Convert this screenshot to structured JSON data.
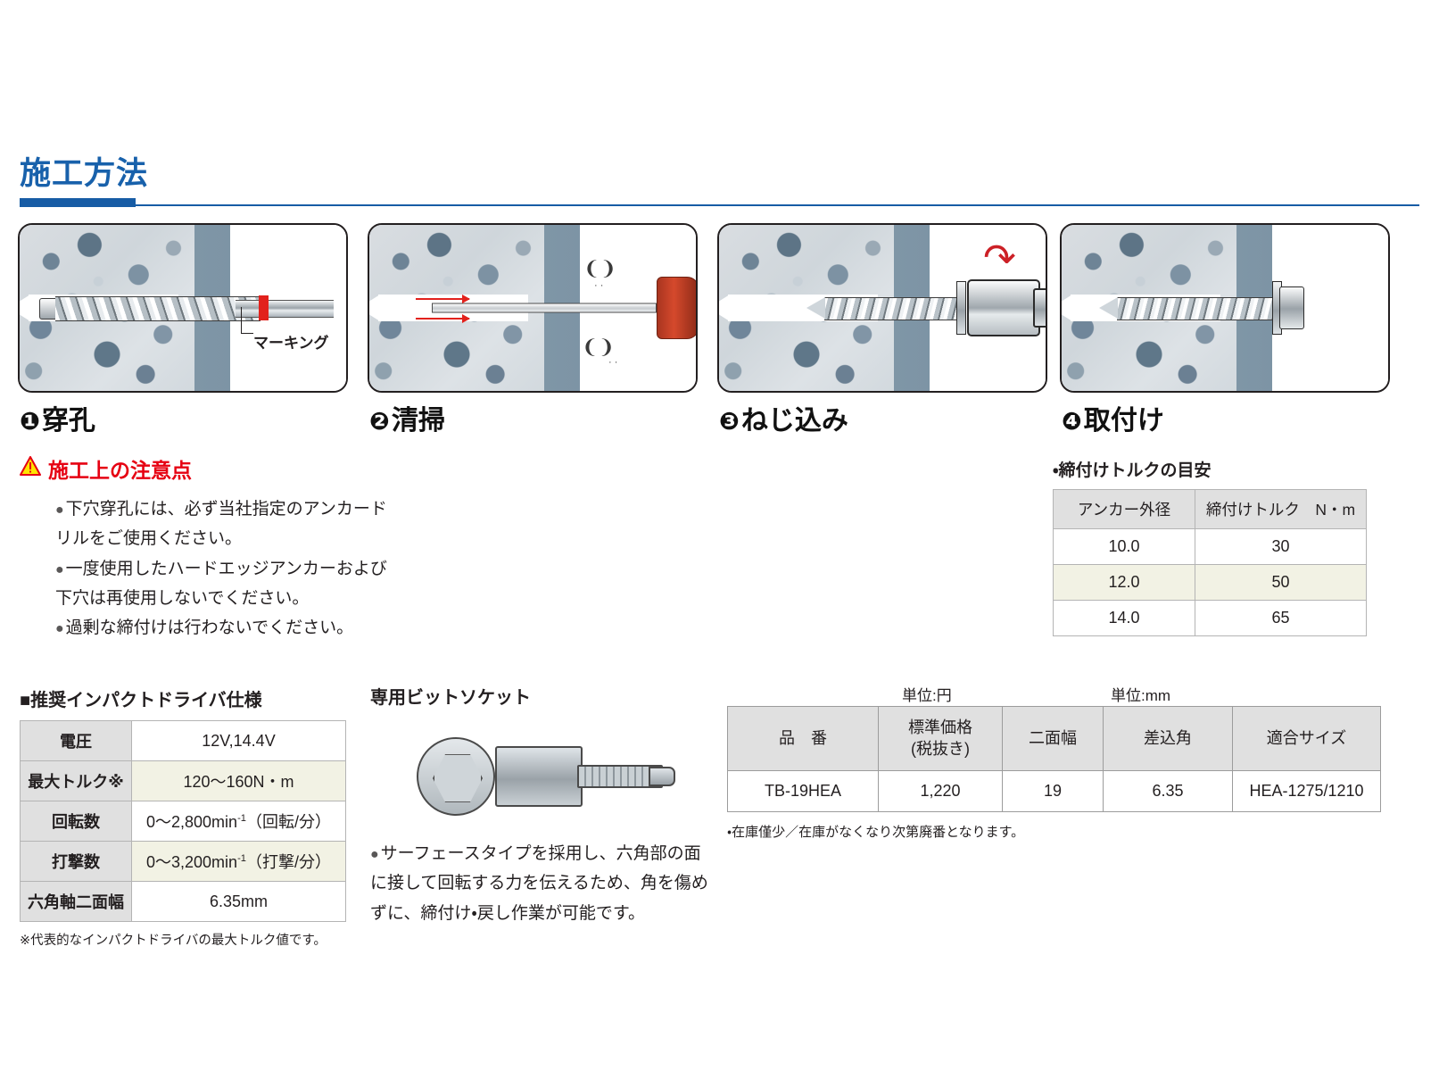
{
  "section": {
    "title": "施工方法"
  },
  "steps": [
    {
      "num": "❶",
      "label": "穿孔",
      "callout": "マーキング"
    },
    {
      "num": "❷",
      "label": "清掃",
      "callout": ""
    },
    {
      "num": "❸",
      "label": "ねじ込み",
      "callout": ""
    },
    {
      "num": "❹",
      "label": "取付け",
      "callout": ""
    }
  ],
  "caution": {
    "title": "施工上の注意点",
    "items": [
      "下穴穿孔には、必ず当社指定のアンカードリルをご使用ください。",
      "一度使用したハードエッジアンカーおよび下穴は再使用しないでください。",
      "過剰な締付けは行わないでください。"
    ]
  },
  "torque": {
    "caption": "・締付けトルクの目安",
    "headers": [
      "アンカー外径",
      "締付けトルク　N・m"
    ],
    "rows": [
      {
        "diameter": "10.0",
        "torque": "30"
      },
      {
        "diameter": "12.0",
        "torque": "50"
      },
      {
        "diameter": "14.0",
        "torque": "65"
      }
    ]
  },
  "spec": {
    "caption": "■推奨インパクトドライバ仕様",
    "rows": [
      {
        "label": "電圧",
        "value_pre": "12V,14.4V",
        "sup": "",
        "value_post": ""
      },
      {
        "label": "最大トルク※",
        "value_pre": "120〜160N・m",
        "sup": "",
        "value_post": ""
      },
      {
        "label": "回転数",
        "value_pre": "0〜2,800min",
        "sup": "-1",
        "value_post": "（回転/分）"
      },
      {
        "label": "打撃数",
        "value_pre": "0〜3,200min",
        "sup": "-1",
        "value_post": "（打撃/分）"
      },
      {
        "label": "六角軸二面幅",
        "value_pre": "6.35mm",
        "sup": "",
        "value_post": ""
      }
    ],
    "note": "※代表的なインパクトドライバの最大トルク値です。"
  },
  "bit": {
    "caption": "専用ビットソケット",
    "description": "サーフェースタイプを採用し、六角部の面に接して回転する力を伝えるため、角を傷めずに、締付け・戻し作業が可能です。"
  },
  "product": {
    "unit_yen": "単位:円",
    "unit_mm": "単位:mm",
    "headers": {
      "code": "品　番",
      "price_l1": "標準価格",
      "price_l2": "(税抜き)",
      "width": "二面幅",
      "drive": "差込角",
      "fit": "適合サイズ"
    },
    "rows": [
      {
        "code": "TB-19HEA",
        "price": "1,220",
        "width": "19",
        "drive": "6.35",
        "fit": "HEA-1275/1210"
      }
    ],
    "note": "・在庫僅少／在庫がなくなり次第廃番となります。"
  },
  "colors": {
    "brand_blue": "#175ca5",
    "caution_red": "#e60012",
    "marking_red": "#e2211c",
    "header_gray": "#e0e0e0",
    "alt_row": "#f2f2e4"
  }
}
